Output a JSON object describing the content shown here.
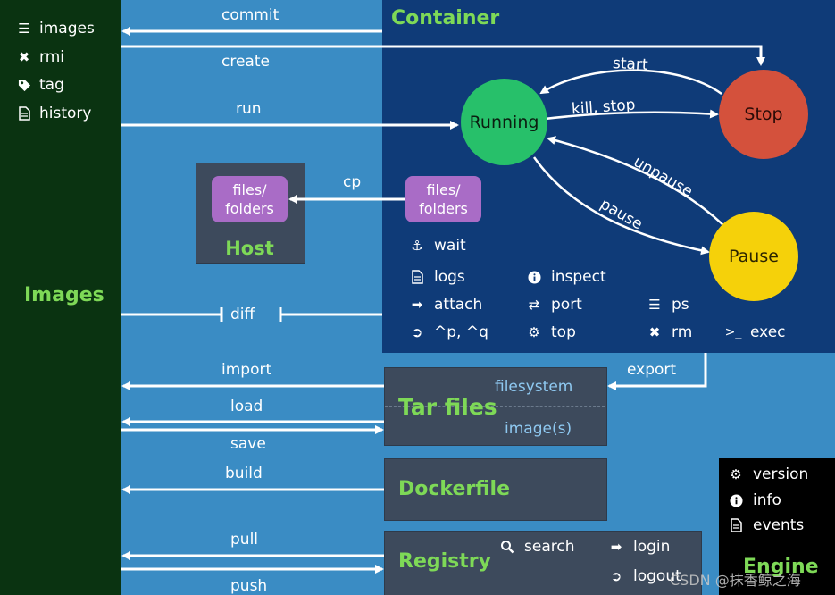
{
  "sidebar": {
    "items": [
      {
        "label": "images",
        "icon": "list-icon"
      },
      {
        "label": "rmi",
        "icon": "close-icon"
      },
      {
        "label": "tag",
        "icon": "tag-icon"
      },
      {
        "label": "history",
        "icon": "document-icon"
      }
    ],
    "title": "Images"
  },
  "container": {
    "title": "Container",
    "states": {
      "running": "Running",
      "stop": "Stop",
      "pause": "Pause"
    },
    "transitions": {
      "start": "start",
      "kill_stop": "kill, stop",
      "unpause": "unpause",
      "pause": "pause"
    },
    "files_box": "files/\nfolders",
    "commands": {
      "wait": "wait",
      "logs": "logs",
      "inspect": "inspect",
      "attach": "attach",
      "port": "port",
      "ps": "ps",
      "detach": "^p, ^q",
      "top": "top",
      "rm": "rm",
      "exec": "exec"
    }
  },
  "host": {
    "title": "Host",
    "files_box": "files/\nfolders"
  },
  "arrows": {
    "commit": "commit",
    "create": "create",
    "run": "run",
    "cp": "cp",
    "diff": "diff",
    "import": "import",
    "export": "export",
    "load": "load",
    "save": "save",
    "build": "build",
    "pull": "pull",
    "push": "push"
  },
  "tar": {
    "title": "Tar files",
    "filesystem": "filesystem",
    "images": "image(s)"
  },
  "dockerfile": {
    "title": "Dockerfile"
  },
  "registry": {
    "title": "Registry",
    "search": "search",
    "login": "login",
    "logout": "logout"
  },
  "engine": {
    "version": "version",
    "info": "info",
    "events": "events",
    "title": "Engine"
  },
  "watermark": "CSDN @抹香鲸之海",
  "colors": {
    "background": "#3a8cc4",
    "sidebar": "#0a3311",
    "container_panel": "#0f3b78",
    "running": "#27c06a",
    "stop": "#d4513c",
    "pause": "#f5d10a",
    "title_green": "#7ed957",
    "files_box": "#a96cc6"
  }
}
